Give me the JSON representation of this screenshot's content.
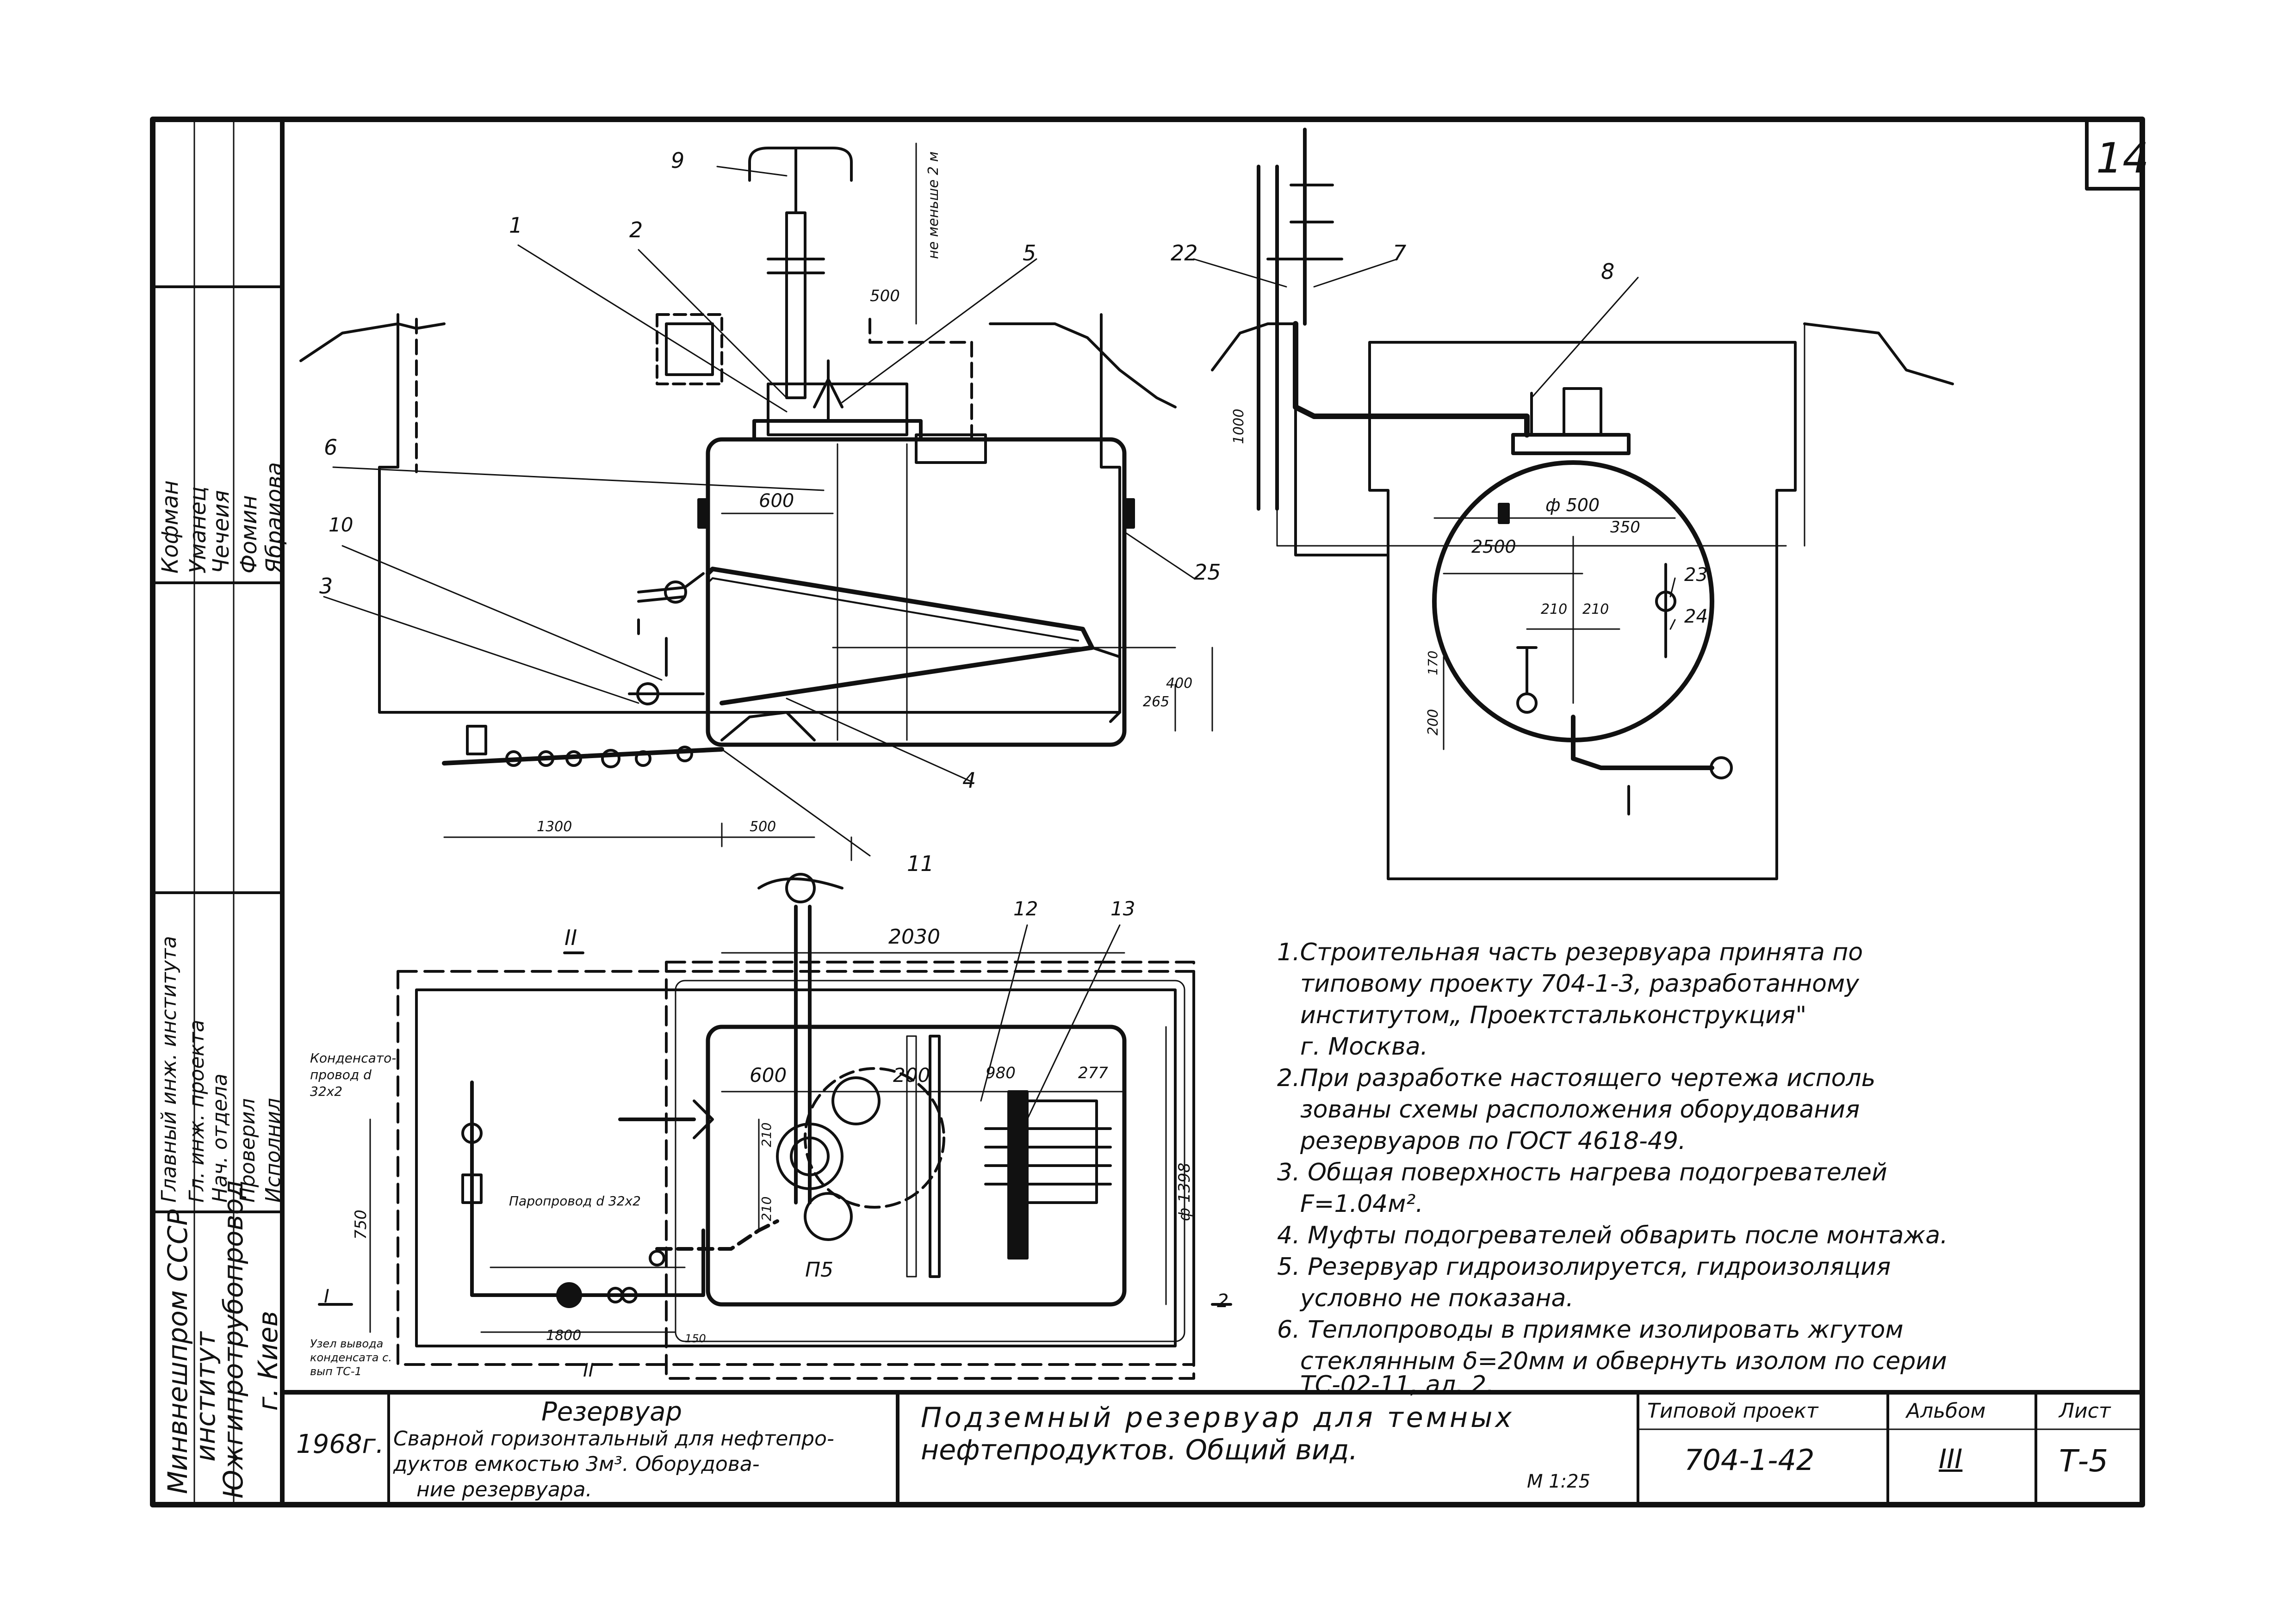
{
  "sheet": {
    "sheet_corner_number": "14"
  },
  "left_strip": {
    "organization": [
      "Минвнешпром СССР",
      "институт",
      "Южгипротрубопровод",
      "г. Киев"
    ],
    "roles": [
      "Главный инж. института",
      "Гл. инж. проекта",
      "Нач. отдела",
      "Проверил",
      "Исполнил"
    ],
    "names": [
      "Кофман",
      "Уманец",
      "Чечеия",
      "Фомин",
      "Ябраиова"
    ]
  },
  "callouts": [
    "1",
    "2",
    "3",
    "4",
    "5",
    "6",
    "7",
    "8",
    "9",
    "10",
    "11",
    "12",
    "13",
    "22",
    "23",
    "24",
    "25"
  ],
  "dimensions": {
    "top_view": {
      "d600": "600",
      "d500": "500",
      "d400": "400",
      "d265": "265",
      "d1300": "1300",
      "d500b": "500",
      "above_ground": "не меньше 2 м"
    },
    "side_view": {
      "d1000": "1000",
      "phi500": "ф 500",
      "d350": "350",
      "d2500": "2500",
      "d210a": "210",
      "d210b": "210",
      "d200": "200",
      "d170": "170"
    },
    "plan_view": {
      "d2030": "2030",
      "d600": "600",
      "d200": "200",
      "d980": "980",
      "d277": "277",
      "d1398": "ф 1398",
      "d750": "750",
      "d1800": "1800",
      "d210": "210",
      "d210b": "210",
      "d150": "150",
      "p5": "П5"
    },
    "plan_labels": {
      "condensate": "Конденсато-провод d 32x2",
      "steam": "Паропровод d 32x2",
      "drain_node": "Узел вывода конденсата с. вып ТС-1",
      "section_I": "I",
      "section_II": "II",
      "mark_1": "1",
      "mark_2": "2"
    }
  },
  "notes": [
    "1.Строительная часть резервуара принята по",
    "типовому проекту 704-1-3, разработанному",
    "институтом„ Проектстальконструкция\"",
    "г. Москва.",
    "2.При разработке настоящего чертежа исполь",
    "зованы схемы расположения оборудования",
    "резервуаров по ГОСТ 4618-49.",
    "3. Общая поверхность нагрева подогревателей",
    "F=1.04м².",
    "4. Муфты подогревателей обварить после монтажа.",
    "5. Резервуар гидроизолируется, гидроизоляция",
    "условно не показана.",
    "6. Теплопроводы в приямке изолировать жгутом",
    "стеклянным δ=20мм и обвернуть изолом по серии",
    "ТС-02-11, ал. 2."
  ],
  "title_block": {
    "year": "1968г.",
    "object_title": "Резервуар",
    "object_desc_1": "Сварной горизонтальный для нефтепро-",
    "object_desc_2": "дуктов емкостью 3м³. Оборудова-",
    "object_desc_3": "ние резервуара.",
    "drawing_title_1": "Подземный резервуар для темных",
    "drawing_title_2": "нефтепродуктов. Общий вид.",
    "scale": "М 1:25",
    "project_label": "Типовой проект",
    "project_number": "704-1-42",
    "album_label": "Альбом",
    "album_number": "III",
    "sheet_label": "Лист",
    "sheet_number": "Т-5"
  }
}
